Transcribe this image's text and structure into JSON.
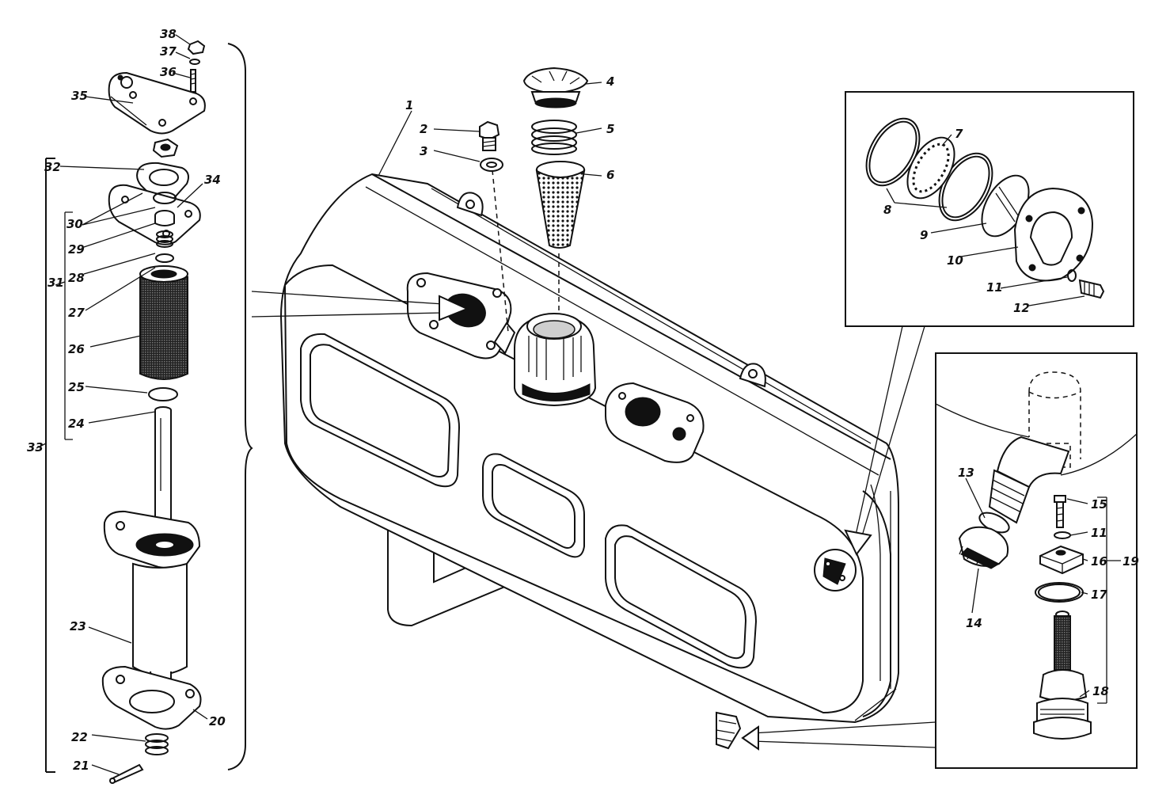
{
  "labels": {
    "n1": "1",
    "n2": "2",
    "n3": "3",
    "n4": "4",
    "n5": "5",
    "n6": "6",
    "n7": "7",
    "n8": "8",
    "n9": "9",
    "n10": "10",
    "n11": "11",
    "n12": "12",
    "n13": "13",
    "n14": "14",
    "n15": "15",
    "n11b": "11",
    "n16": "16",
    "n17": "17",
    "n18": "18",
    "n19": "19",
    "n20": "20",
    "n21": "21",
    "n22": "22",
    "n23": "23",
    "n24": "24",
    "n25": "25",
    "n26": "26",
    "n27": "27",
    "n28": "28",
    "n29": "29",
    "n30": "30",
    "n31": "31",
    "n32": "32",
    "n33": "33",
    "n34": "34",
    "n35": "35",
    "n36": "36",
    "n37": "37",
    "n38": "38"
  }
}
